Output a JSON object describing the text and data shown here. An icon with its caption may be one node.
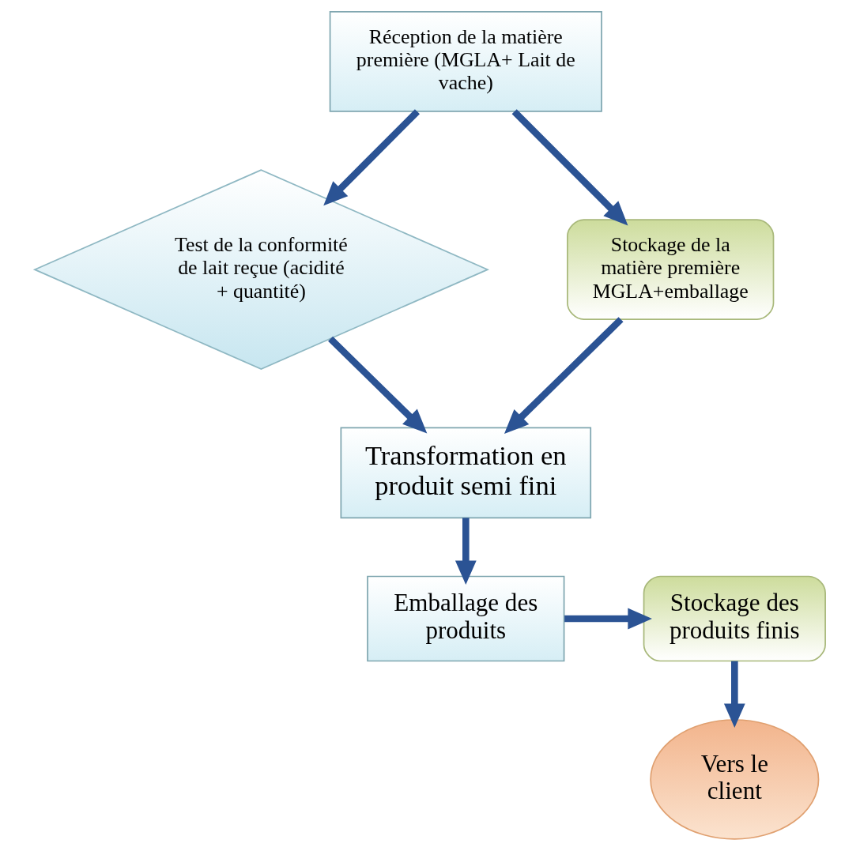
{
  "diagram": {
    "nodes": [
      {
        "text": [
          "Réception de la matière première (MGLA+ Lait de vache)"
        ]
      },
      {
        "text": [
          "Test de la conformité de lait reçue (acidité + quantité)"
        ]
      },
      {
        "text": [
          "Stockage de la matière première MGLA+emballage"
        ]
      },
      {
        "text": [
          "Transformation en produit semi fini"
        ]
      },
      {
        "text": [
          "Emballage des produits"
        ]
      },
      {
        "text": [
          "Stockage des produits finis"
        ]
      },
      {
        "text": [
          "Vers le client"
        ]
      }
    ],
    "edges": [
      {
        "from": 0,
        "to": 1,
        "arrow": "to"
      },
      {
        "from": 0,
        "to": 2,
        "arrow": "to"
      },
      {
        "from": 1,
        "to": 3,
        "arrow": "to"
      },
      {
        "from": 2,
        "to": 3,
        "arrow": "to"
      },
      {
        "from": 3,
        "to": 4,
        "arrow": "to"
      },
      {
        "from": 4,
        "to": 5,
        "arrow": "to"
      },
      {
        "from": 5,
        "to": 6,
        "arrow": "to"
      }
    ]
  }
}
